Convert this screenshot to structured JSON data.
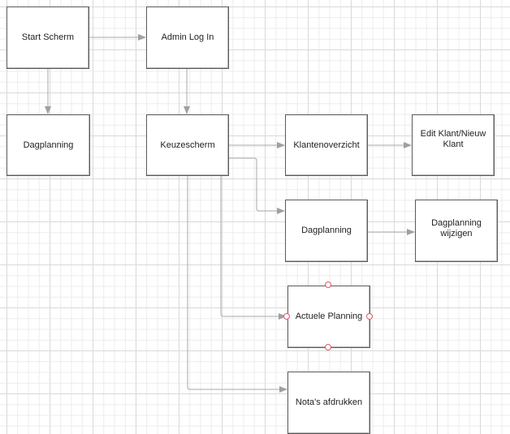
{
  "diagram": {
    "type": "flowchart",
    "colors": {
      "box_border": "#5a5a5a",
      "connector": "#a0a0a0",
      "selection_handle": "#e0566b",
      "grid_minor": "#ececec",
      "grid_major": "#d9d9d9"
    },
    "nodes": [
      {
        "id": "start",
        "label": "Start Scherm"
      },
      {
        "id": "admin",
        "label": "Admin Log In"
      },
      {
        "id": "dag1",
        "label": "Dagplanning"
      },
      {
        "id": "keuze",
        "label": "Keuzescherm"
      },
      {
        "id": "klanten",
        "label": "Klantenoverzicht"
      },
      {
        "id": "edit",
        "label": "Edit Klant/Nieuw Klant"
      },
      {
        "id": "dag2",
        "label": "Dagplanning"
      },
      {
        "id": "dagwijz",
        "label": "Dagplanning wijzigen"
      },
      {
        "id": "actueel",
        "label": "Actuele Planning",
        "selected": true
      },
      {
        "id": "nota",
        "label": "Nota's afdrukken"
      }
    ],
    "edges": [
      {
        "from": "start",
        "to": "admin"
      },
      {
        "from": "start",
        "to": "dag1"
      },
      {
        "from": "admin",
        "to": "keuze"
      },
      {
        "from": "keuze",
        "to": "klanten"
      },
      {
        "from": "klanten",
        "to": "edit"
      },
      {
        "from": "keuze",
        "to": "dag2"
      },
      {
        "from": "dag2",
        "to": "dagwijz"
      },
      {
        "from": "keuze",
        "to": "actueel"
      },
      {
        "from": "keuze",
        "to": "nota"
      }
    ]
  }
}
